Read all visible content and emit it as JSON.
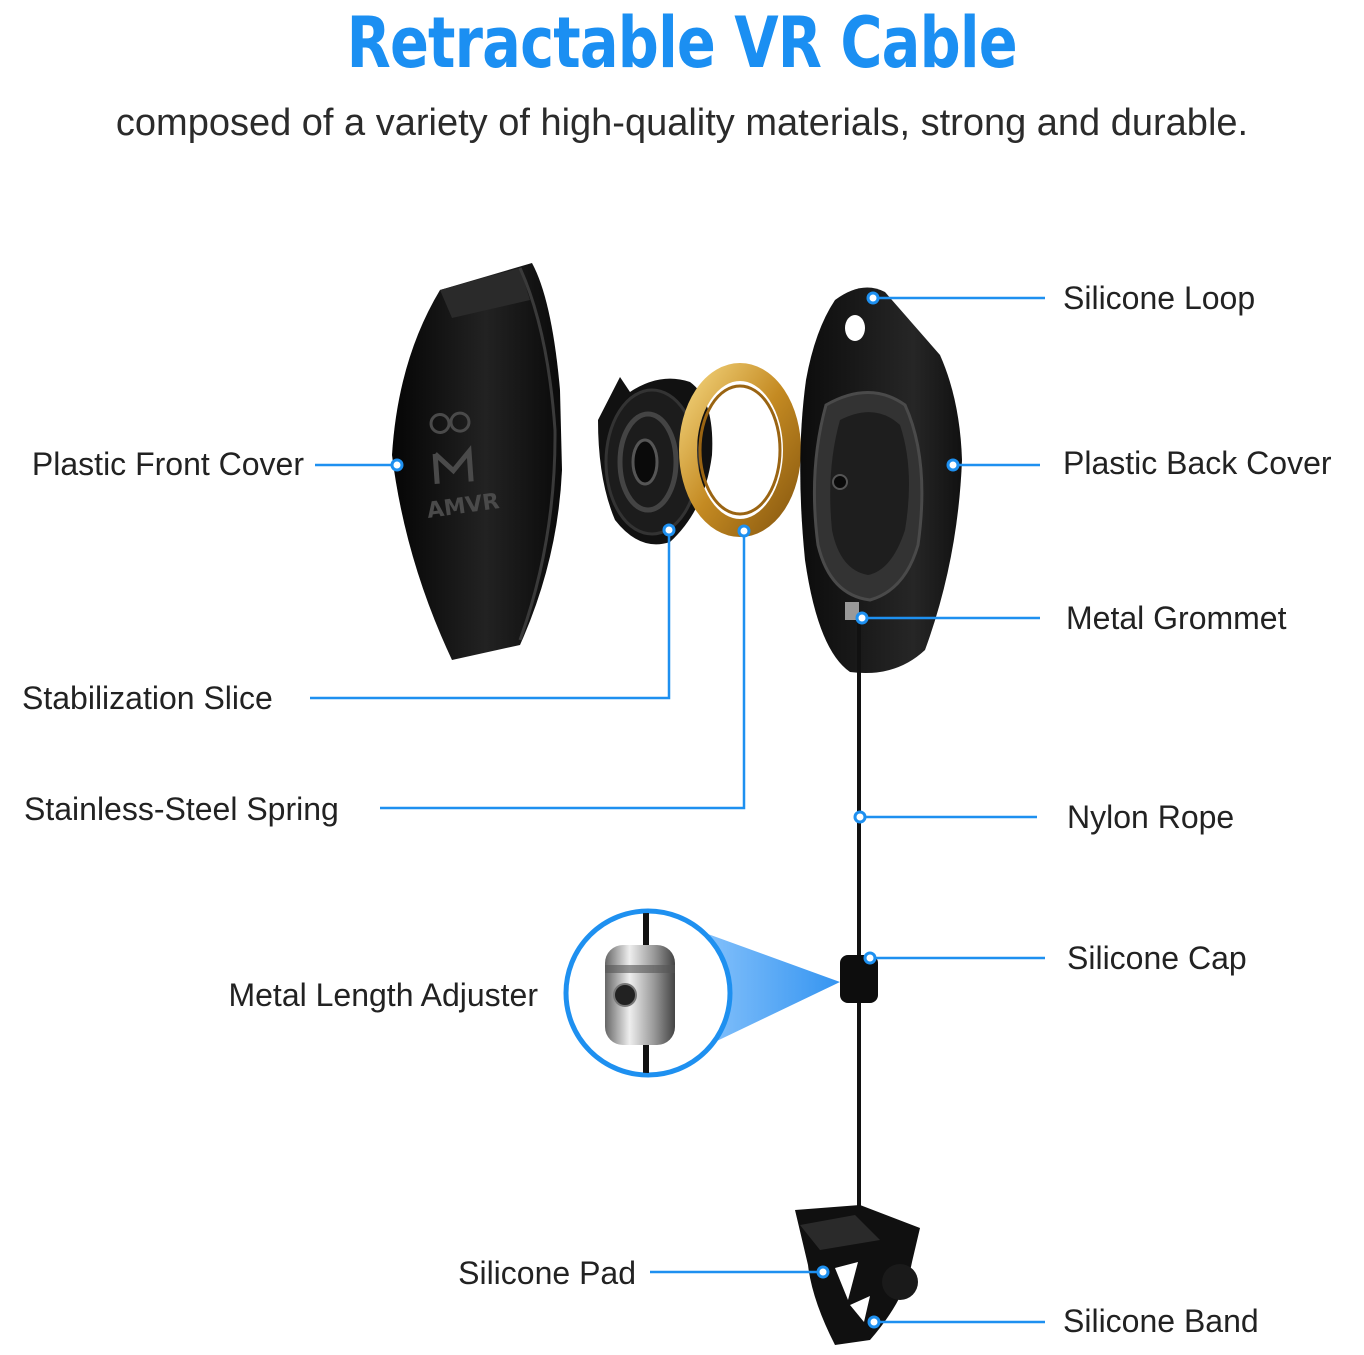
{
  "header": {
    "title": "Retractable VR Cable",
    "subtitle": "composed of a variety of high-quality materials, strong and durable."
  },
  "colors": {
    "accent": "#1e90f0",
    "title": "#1b8ff2",
    "part": "#141414",
    "spring": "#c9962e"
  },
  "product": {
    "logo_text": "AMVR"
  },
  "labels": {
    "silicone_loop": "Silicone Loop",
    "plastic_front_cover": "Plastic Front Cover",
    "plastic_back_cover": "Plastic Back Cover",
    "metal_grommet": "Metal Grommet",
    "stabilization_slice": "Stabilization Slice",
    "stainless_steel_spring": "Stainless-Steel Spring",
    "nylon_rope": "Nylon Rope",
    "silicone_cap": "Silicone Cap",
    "metal_length_adjuster": "Metal Length Adjuster",
    "silicone_pad": "Silicone Pad",
    "silicone_band": "Silicone Band"
  }
}
